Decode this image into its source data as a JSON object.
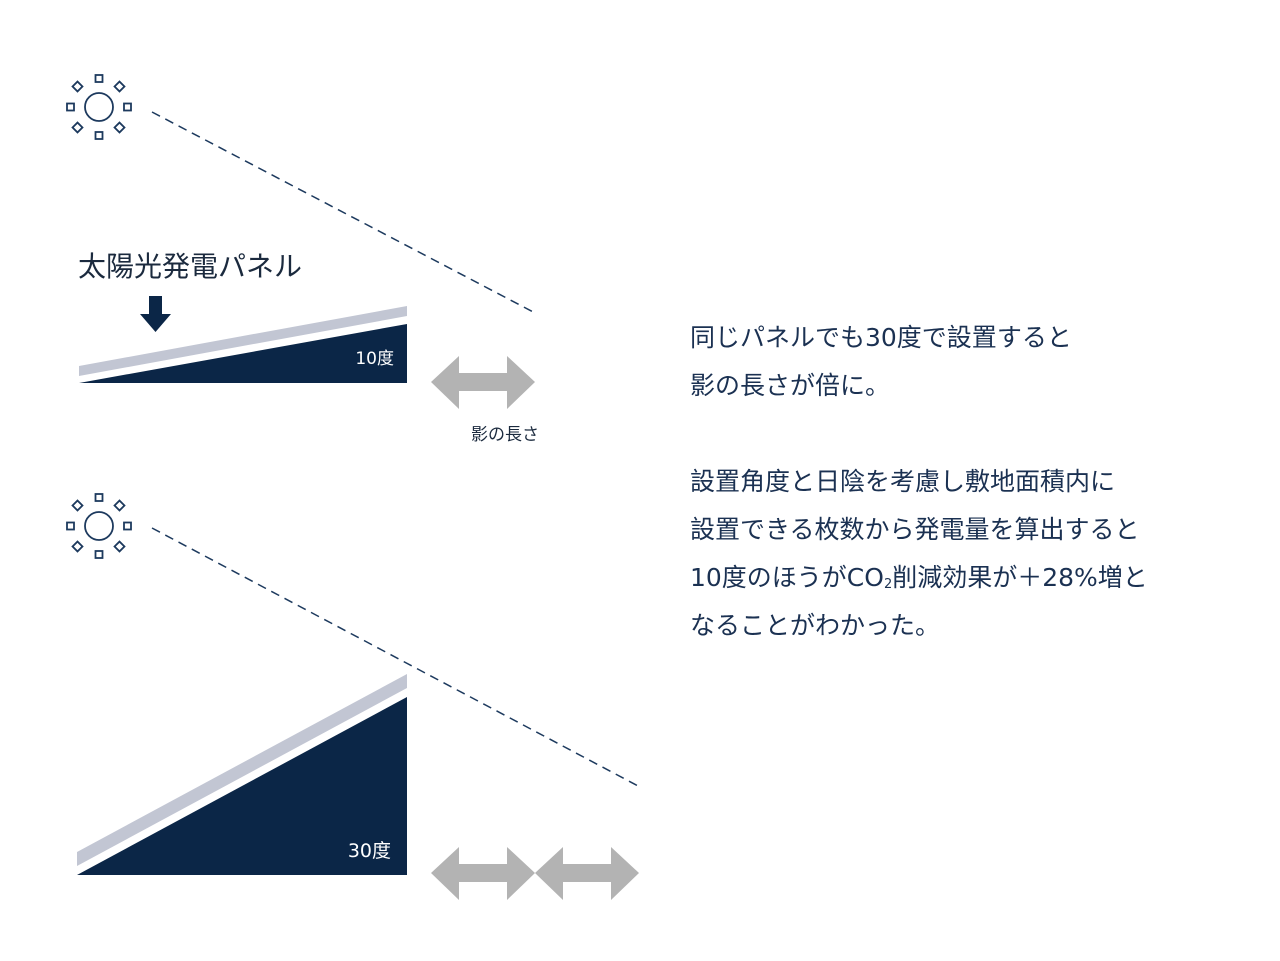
{
  "panel_label": "太陽光発電パネル",
  "angle_10": "10度",
  "angle_30": "30度",
  "shadow_label": "影の長さ",
  "text": {
    "p1": [
      "同じパネルでも30度で設置すると",
      "影の長さが倍に。"
    ],
    "p2_line1": "設置角度と日陰を考慮し敷地面積内に",
    "p2_line2": "設置できる枚数から発電量を算出すると",
    "p2_line3_pre": "10度のほうがCO",
    "p2_line3_sub": "2",
    "p2_line3_post": "削減効果が＋28%増と",
    "p2_line4": "なることがわかった。"
  },
  "colors": {
    "navy": "#0b2647",
    "panel_gray": "#c2c6d3",
    "arrow_gray": "#b3b3b3",
    "dash": "#1d3a5e"
  },
  "icons": [
    "sun-icon",
    "down-arrow-icon",
    "double-arrow-icon"
  ]
}
